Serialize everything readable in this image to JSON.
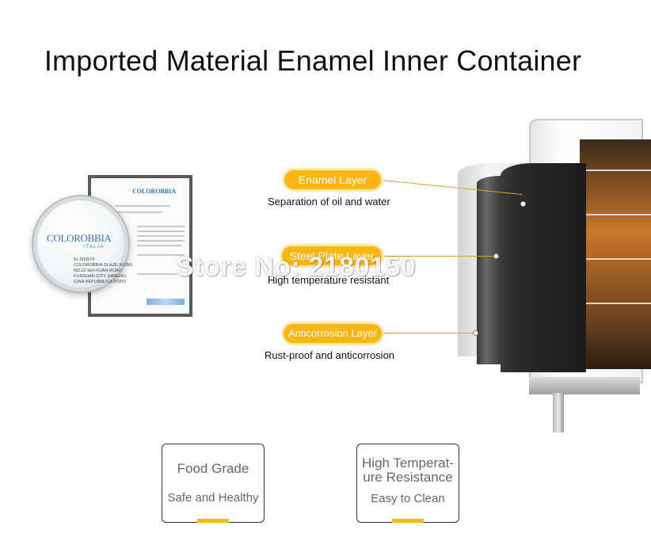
{
  "title": "Imported Material Enamel Inner Container",
  "certificate": {
    "logo": "COLOROBBIA",
    "lens_logo": "COLOROBBIA",
    "lens_sub": "ITALIA",
    "lens_text": "EL 603574\nCOLOROBBIA GLAZE (KUNS\nNO.22 HUI FUAN ROAD\nKUNSHAN CITY JIANGSU\nCINA REPUBBLICA POPO"
  },
  "layers": [
    {
      "label": "Enamel Layer",
      "description": "Separation of oil and water"
    },
    {
      "label": "Steel Plate Layer",
      "description": "High temperature resistant"
    },
    {
      "label": "Anticorrosion Layer",
      "description": "Rust-proof and anticorrosion"
    }
  ],
  "watermark": "Store No: 2180150",
  "features": [
    {
      "title": "Food Grade",
      "subtitle": "Safe and Healthy"
    },
    {
      "title": "High Temperat-\nure Resistance",
      "subtitle": "Easy to Clean"
    }
  ],
  "colors": {
    "accent": "#fbb613",
    "text": "#111111",
    "card_text": "#666666"
  }
}
